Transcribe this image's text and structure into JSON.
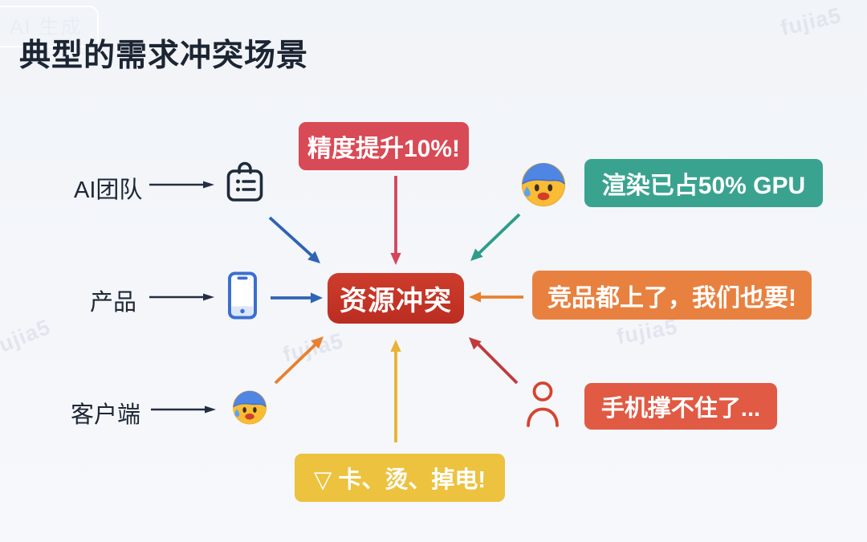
{
  "meta": {
    "ai_badge": "AI 生成",
    "watermark": "fujia5"
  },
  "title": "典型的需求冲突场景",
  "actors": [
    {
      "label": "AI团队",
      "icon": "clipboard-list-icon"
    },
    {
      "label": "产品",
      "icon": "smartphone-icon"
    },
    {
      "label": "客户端",
      "icon": "sweat-face-emoji"
    }
  ],
  "center": {
    "label": "资源冲突",
    "color": "#c43527"
  },
  "claims": [
    {
      "id": "accuracy",
      "label": "精度提升10%!",
      "color": "#d84a55",
      "position": "top"
    },
    {
      "id": "gpu",
      "label": "渲染已占50% GPU",
      "color": "#3aa390",
      "position": "top-right",
      "icon": "sweat-face-emoji"
    },
    {
      "id": "competitor",
      "label": "竞品都上了，我们也要!",
      "color": "#e8813f",
      "position": "right"
    },
    {
      "id": "phone",
      "label": "手机撑不住了...",
      "color": "#e15a44",
      "position": "bottom-right",
      "icon": "person-icon"
    },
    {
      "id": "lag",
      "label": "▽ 卡、烫、掉电!",
      "color": "#ecc23f",
      "position": "bottom"
    }
  ],
  "colors": {
    "background": "#f3f6fa",
    "ink": "#1d2736",
    "blue_arrow": "#2f63b5",
    "red_arrow": "#d4455a",
    "teal_arrow": "#2f9c89",
    "orange_arrow": "#e8802f",
    "amber_arrow": "#e9b232",
    "dark_red_arrow": "#c23a3c",
    "phone_icon_blue": "#3b6fd0",
    "person_icon_red": "#d7432f"
  }
}
